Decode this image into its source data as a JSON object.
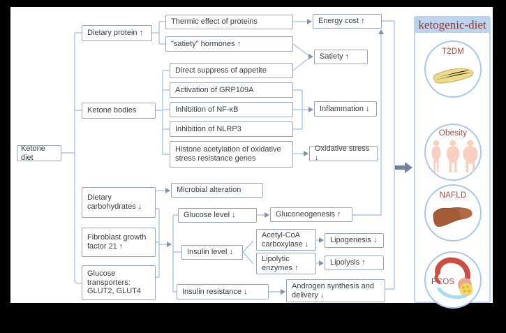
{
  "figure": {
    "description_title": "Ketone diet effects flowchart"
  },
  "colors": {
    "background": "#000000",
    "sheet": "#ffffff",
    "connector_blue": "#abc6e3",
    "arrowhead_gray": "#7e93ab",
    "box_border": "#9aa4ae",
    "box_text": "#3a3d41",
    "panel_border": "#b9d4ee",
    "panel_title_bg": "#bdd3ec",
    "panel_title_text": "#943634",
    "disease_label": "#a64944",
    "flow_arrow_gray": "#70839b"
  },
  "flowchart": {
    "nodes": {
      "ketone_diet": {
        "label": "Ketone diet"
      },
      "dietary_protein": {
        "label": "Dietary protein ↑"
      },
      "ketone_bodies": {
        "label": "Ketone bodies"
      },
      "dietary_carbs": {
        "label": "Dietary carbohydrates ↓"
      },
      "fgf21": {
        "label": "Fibroblast growth factor 21 ↑"
      },
      "glucose_transporters": {
        "label": "Glucose transporters: GLUT2, GLUT4"
      },
      "thermic_effect": {
        "label": "Thermic effect of proteins"
      },
      "satiety_hormones": {
        "label": "\"satiety\" hormones ↑"
      },
      "direct_suppress": {
        "label": "Direct suppress of appetite"
      },
      "grp109a": {
        "label": "Activation of GRP109A"
      },
      "nfkb": {
        "label": "Inhibition of NF-κB"
      },
      "nlrp3": {
        "label": "Inhibition of NLRP3"
      },
      "histone": {
        "label": "Histone acetylation of oxidative stress resistance genes"
      },
      "microbial_alteration": {
        "label": "Microbial alteration"
      },
      "glucose_level": {
        "label": "Glucose level ↓"
      },
      "insulin_level": {
        "label": "Insulin level ↓"
      },
      "insulin_resistance": {
        "label": "Insulin resistance ↓"
      },
      "energy_cost": {
        "label": "Energy cost ↑"
      },
      "satiety": {
        "label": "Satiety ↑"
      },
      "inflammation": {
        "label": "Inflammation ↓"
      },
      "oxidative_stress": {
        "label": "Oxidative stress ↓"
      },
      "gluconeogenesis": {
        "label": "Gluconeogenesis ↑"
      },
      "acetyl_coa": {
        "label": "Acetyl-CoA carboxylase ↓"
      },
      "lipolytic_enzymes": {
        "label": "Lipolytic enzymes ↑"
      },
      "lipogenesis": {
        "label": "Lipogenesis ↓"
      },
      "lipolysis": {
        "label": "Lipolysis ↑"
      },
      "androgen": {
        "label": "Androgen synthesis and delivery ↓"
      }
    },
    "edges": [
      {
        "from": [
          "ketone_diet"
        ],
        "to": [
          "dietary_protein",
          "ketone_bodies",
          "glucose_transporters"
        ],
        "arrow": false
      },
      {
        "from": [
          "dietary_protein"
        ],
        "to": [
          "thermic_effect",
          "satiety_hormones"
        ],
        "arrow": false
      },
      {
        "from": [
          "thermic_effect"
        ],
        "to": [
          "energy_cost"
        ],
        "arrow": true
      },
      {
        "from": [
          "satiety_hormones",
          "direct_suppress"
        ],
        "to": [
          "satiety"
        ],
        "arrow": true
      },
      {
        "from": [
          "ketone_bodies"
        ],
        "to": [
          "direct_suppress",
          "grp109a",
          "nfkb",
          "nlrp3",
          "histone"
        ],
        "arrow": false
      },
      {
        "from": [
          "grp109a",
          "nfkb",
          "nlrp3"
        ],
        "to": [
          "inflammation"
        ],
        "arrow": true
      },
      {
        "from": [
          "histone"
        ],
        "to": [
          "oxidative_stress"
        ],
        "arrow": true
      },
      {
        "from": [
          "dietary_carbs"
        ],
        "to": [
          "microbial_alteration"
        ],
        "arrow": true
      },
      {
        "from": [
          "dietary_carbs",
          "fgf21",
          "glucose_transporters"
        ],
        "to": [
          "glucose_level",
          "insulin_level",
          "insulin_resistance"
        ],
        "arrow": true
      },
      {
        "from": [
          "glucose_level"
        ],
        "to": [
          "gluconeogenesis"
        ],
        "arrow": true
      },
      {
        "from": [
          "gluconeogenesis"
        ],
        "to": [
          "energy_cost"
        ],
        "arrow": true
      },
      {
        "from": [
          "insulin_level"
        ],
        "to": [
          "acetyl_coa",
          "lipolytic_enzymes"
        ],
        "arrow": false
      },
      {
        "from": [
          "acetyl_coa"
        ],
        "to": [
          "lipogenesis"
        ],
        "arrow": true
      },
      {
        "from": [
          "lipolytic_enzymes"
        ],
        "to": [
          "lipolysis"
        ],
        "arrow": true
      },
      {
        "from": [
          "insulin_resistance"
        ],
        "to": [
          "androgen"
        ],
        "arrow": true
      },
      {
        "from": [
          "energy_cost",
          "androgen"
        ],
        "to": [
          "ketogenic_diet_panel"
        ],
        "arrow": true
      }
    ]
  },
  "panel": {
    "title": "ketogenic-diet",
    "diseases": [
      {
        "id": "t2dm",
        "label": "T2DM",
        "icon": "pancreas-icon"
      },
      {
        "id": "obesity",
        "label": "Obesity",
        "icon": "obesity-figures-icon"
      },
      {
        "id": "nafld",
        "label": "NAFLD",
        "icon": "liver-icon"
      },
      {
        "id": "pcos",
        "label": "PCOS",
        "icon": "uterus-ovary-icon"
      }
    ]
  }
}
